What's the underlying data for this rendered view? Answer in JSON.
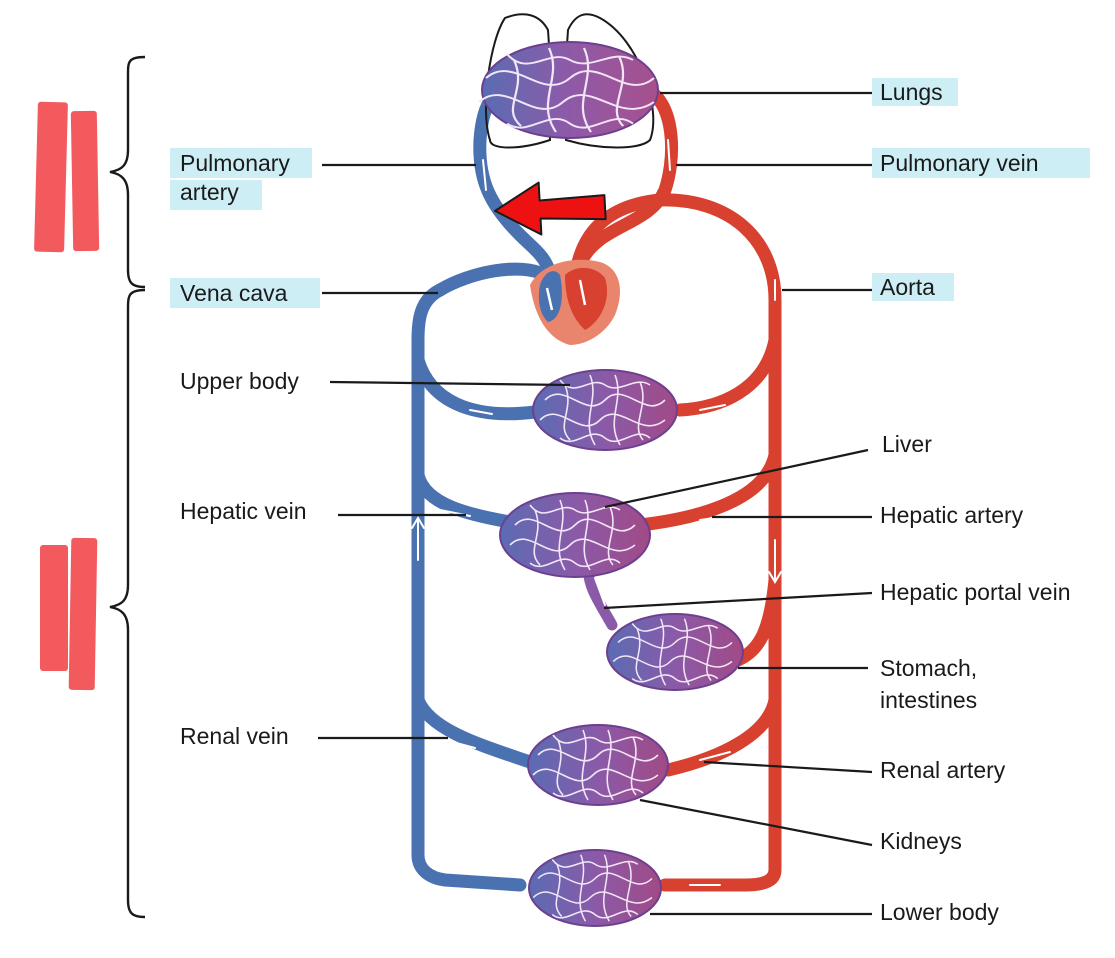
{
  "labels": {
    "lungs": "Lungs",
    "pulmonary_artery_line1": "Pulmonary",
    "pulmonary_artery_line2": "artery",
    "pulmonary_vein": "Pulmonary vein",
    "vena_cava": "Vena cava",
    "aorta": "Aorta",
    "upper_body": "Upper body",
    "liver": "Liver",
    "hepatic_vein": "Hepatic vein",
    "hepatic_artery": "Hepatic artery",
    "hepatic_portal_vein": "Hepatic portal vein",
    "stomach_line1": "Stomach,",
    "stomach_line2": "intestines",
    "renal_vein": "Renal vein",
    "renal_artery": "Renal artery",
    "kidneys": "Kidneys",
    "lower_body": "Lower body"
  },
  "colors": {
    "vein_blue": "#4a72b0",
    "artery_red": "#d8412f",
    "capillary_purple": "#8a5aa8",
    "highlight_cyan": "#cdeef5",
    "annotation_arrow_red": "#ee1111",
    "marker_red": "#f25a5e",
    "heart_salmon": "#e9856c"
  },
  "annotations": {
    "pulmonary_loop_marker": "double-bar",
    "systemic_loop_marker": "double-bar",
    "arrow": "pointing-left-up toward pulmonary artery"
  }
}
